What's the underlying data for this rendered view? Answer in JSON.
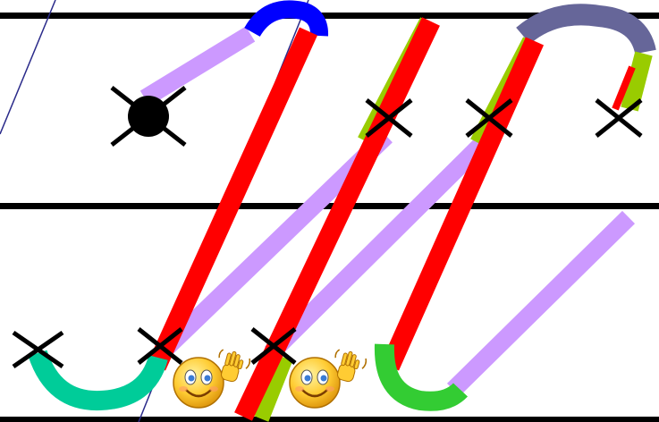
{
  "title": "",
  "colors": {
    "rule_line": "#000000",
    "slant_line": "#1f1f8f",
    "connector_stroke": "#cc99ff",
    "downstroke": "#ff0000",
    "upstroke_highlight": "#99cc00",
    "arch_blue": "#0000ff",
    "arch_slate": "#666699",
    "cup_teal": "#00cc99",
    "cup_green": "#33cc33",
    "marker": "#000000",
    "emoji_face": "#ffcc33"
  },
  "icons": [
    "x-marker",
    "black-dot",
    "waving-smiley-emoji"
  ]
}
